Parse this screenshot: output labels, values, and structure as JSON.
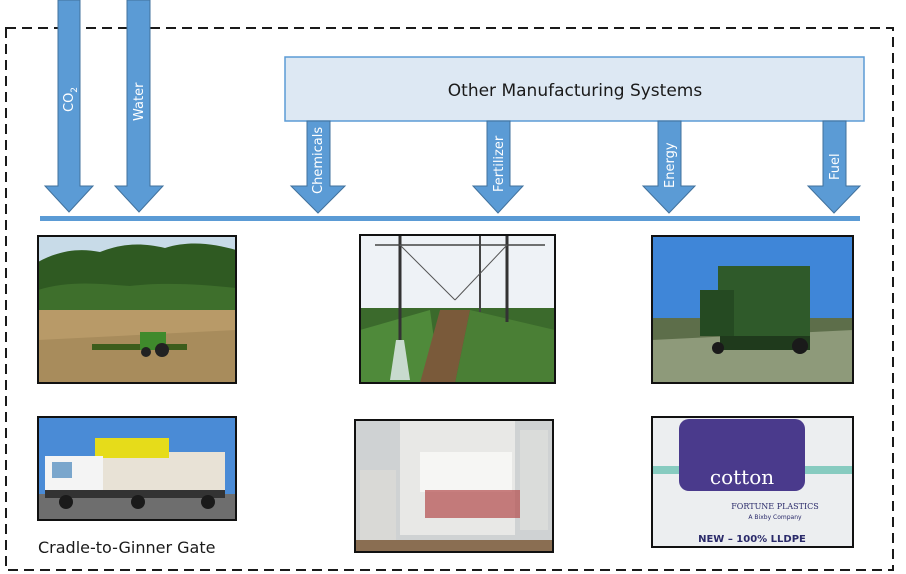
{
  "colors": {
    "arrow_fill": "#5b9bd5",
    "arrow_stroke": "#41719c",
    "box_fill": "#dde8f3",
    "box_stroke": "#5b9bd5",
    "bar": "#5b9bd5",
    "boundary": "#1a1a1a"
  },
  "inputs_from_nature": [
    {
      "label": "CO",
      "subscript": "2"
    },
    {
      "label": "Water"
    }
  ],
  "manufacturing_box": {
    "title": "Other Manufacturing Systems",
    "outputs": [
      "Chemicals",
      "Fertilizer",
      "Energy",
      "Fuel"
    ]
  },
  "photos": [
    {
      "name": "planting-photo",
      "subject": "tractor planting a field"
    },
    {
      "name": "irrigation-photo",
      "subject": "center-pivot irrigation of cotton"
    },
    {
      "name": "harvest-photo",
      "subject": "cotton picker harvesting"
    },
    {
      "name": "module-transport-photo",
      "subject": "truck hauling cotton modules"
    },
    {
      "name": "gin-photo",
      "subject": "cotton gin machinery"
    },
    {
      "name": "bale-photo",
      "subject": "wrapped cotton bale"
    }
  ],
  "bale_label": {
    "logo": "cotton",
    "maker": "FORTUNE PLASTICS",
    "maker_sub": "A Bixby Company",
    "material": "NEW – 100% LLDPE"
  },
  "caption": "Cradle-to-Ginner Gate"
}
